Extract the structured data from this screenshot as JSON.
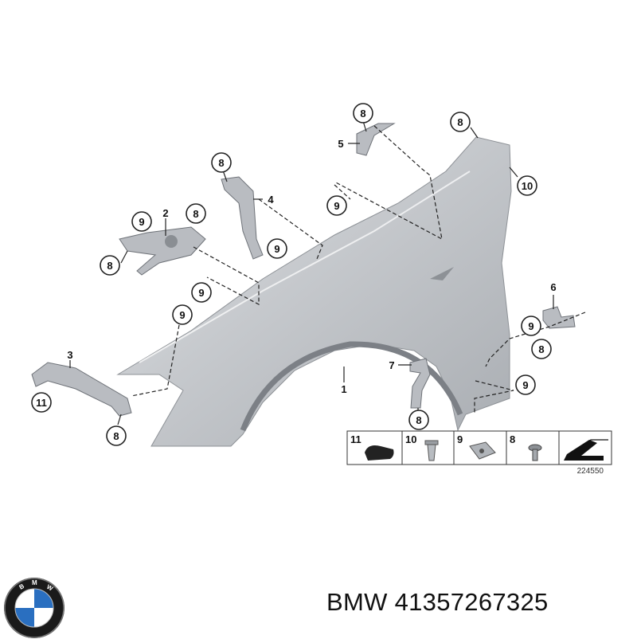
{
  "callouts": [
    {
      "id": "c8-top",
      "label": "8"
    },
    {
      "id": "c5",
      "label": "5"
    },
    {
      "id": "c8-fender-top",
      "label": "8"
    },
    {
      "id": "c10",
      "label": "10"
    },
    {
      "id": "c8-bracket4",
      "label": "8"
    },
    {
      "id": "c4",
      "label": "4"
    },
    {
      "id": "c9-top",
      "label": "9"
    },
    {
      "id": "c9-a",
      "label": "9"
    },
    {
      "id": "c2",
      "label": "2"
    },
    {
      "id": "c8-bracket2",
      "label": "8"
    },
    {
      "id": "c8-left",
      "label": "8"
    },
    {
      "id": "c9-mid",
      "label": "9"
    },
    {
      "id": "c9-b",
      "label": "9"
    },
    {
      "id": "c9-c",
      "label": "9"
    },
    {
      "id": "c6",
      "label": "6"
    },
    {
      "id": "c9-right",
      "label": "9"
    },
    {
      "id": "c8-right",
      "label": "8"
    },
    {
      "id": "c3",
      "label": "3"
    },
    {
      "id": "c11",
      "label": "11"
    },
    {
      "id": "c8-bottom",
      "label": "8"
    },
    {
      "id": "c7",
      "label": "7"
    },
    {
      "id": "c1",
      "label": "1"
    },
    {
      "id": "c8-bracket7",
      "label": "8"
    },
    {
      "id": "c9-lower-right",
      "label": "9"
    }
  ],
  "legend": [
    "11",
    "10",
    "9",
    "8"
  ],
  "diagram_ref": "224550",
  "brand": "BMW",
  "part_number": "41357267325",
  "caption": "BMW 41357267325",
  "colors": {
    "fender": "#c3c6ca",
    "outline": "#222222",
    "logo_blue": "#2a6fc0"
  }
}
